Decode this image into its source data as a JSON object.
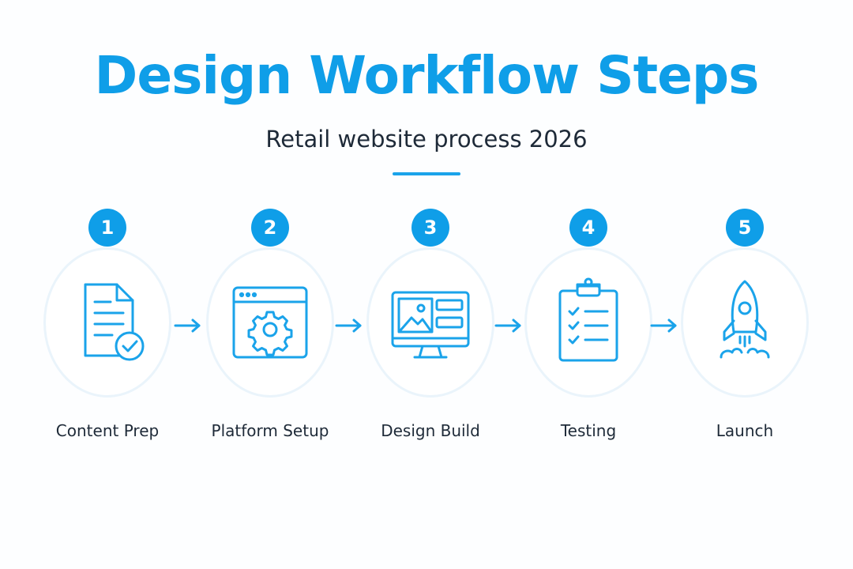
{
  "header": {
    "title": "Design Workflow Steps",
    "subtitle": "Retail website process 2026"
  },
  "colors": {
    "accent": "#0f9ee8",
    "text": "#1e2a38",
    "ring": "#eaf4fb"
  },
  "steps": [
    {
      "number": "1",
      "label": "Content Prep",
      "icon": "document-check-icon"
    },
    {
      "number": "2",
      "label": "Platform Setup",
      "icon": "browser-gear-icon"
    },
    {
      "number": "3",
      "label": "Design Build",
      "icon": "monitor-layout-icon"
    },
    {
      "number": "4",
      "label": "Testing",
      "icon": "clipboard-checklist-icon"
    },
    {
      "number": "5",
      "label": "Launch",
      "icon": "rocket-icon"
    }
  ]
}
